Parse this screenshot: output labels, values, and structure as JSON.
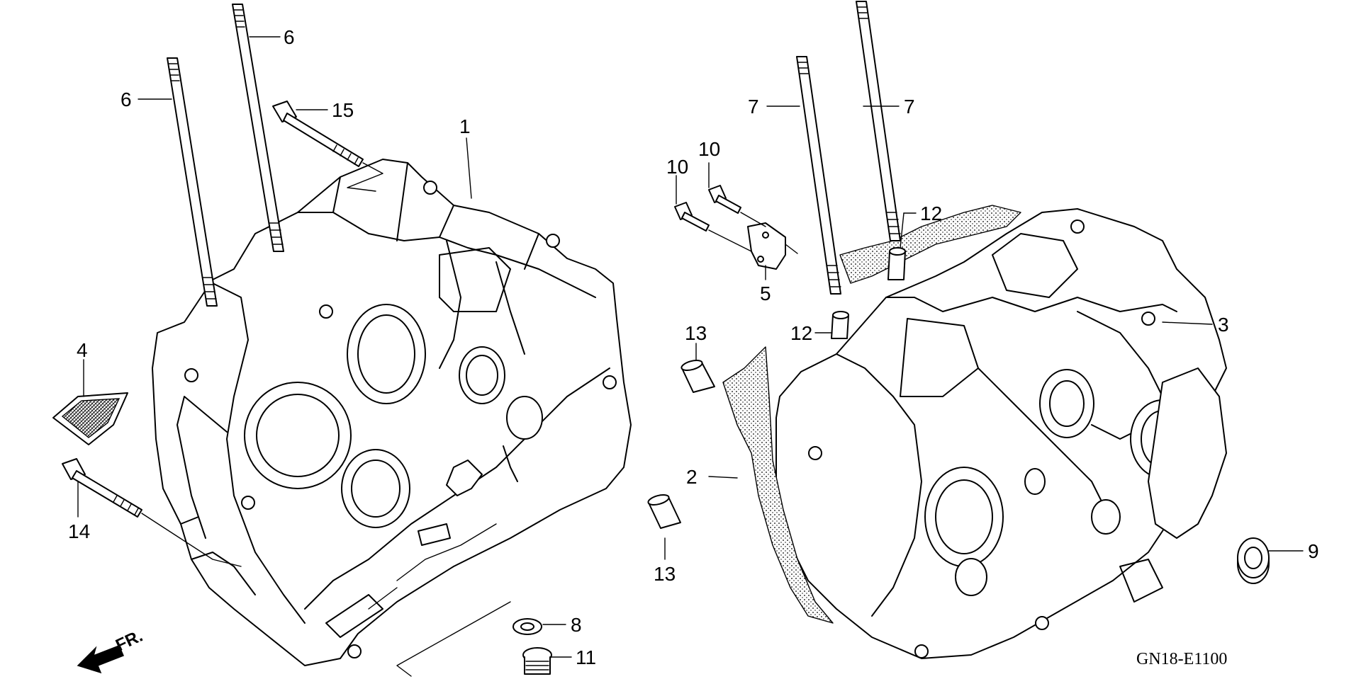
{
  "diagram": {
    "code": "GN18-E1100",
    "front_marker": "FR.",
    "callouts": {
      "c1": "1",
      "c2": "2",
      "c3": "3",
      "c4": "4",
      "c5": "5",
      "c6a": "6",
      "c6b": "6",
      "c7a": "7",
      "c7b": "7",
      "c8": "8",
      "c9": "9",
      "c10a": "10",
      "c10b": "10",
      "c11": "11",
      "c12a": "12",
      "c12b": "12",
      "c13a": "13",
      "c13b": "13",
      "c14": "14",
      "c15": "15"
    }
  }
}
